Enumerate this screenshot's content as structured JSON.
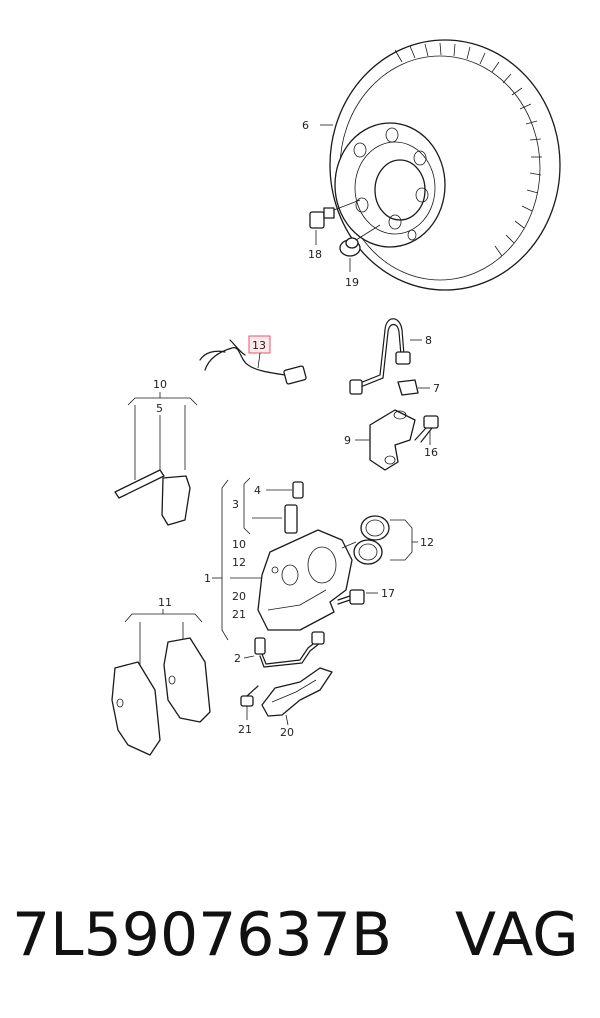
{
  "diagram": {
    "callouts": {
      "c1": "1",
      "c2": "2",
      "c3": "3",
      "c4": "4",
      "c5": "5",
      "c6": "6",
      "c7": "7",
      "c8": "8",
      "c9": "9",
      "c10a": "10",
      "c10b": "10",
      "c11": "11",
      "c12a": "12",
      "c12b": "12",
      "c13": "13",
      "c16": "16",
      "c17": "17",
      "c18": "18",
      "c19": "19",
      "c20a": "20",
      "c20b": "20",
      "c21a": "21",
      "c21b": "21"
    },
    "highlight_color": "#e8556a"
  },
  "footer": {
    "part_number": "7L5907637B",
    "brand": "VAG"
  }
}
